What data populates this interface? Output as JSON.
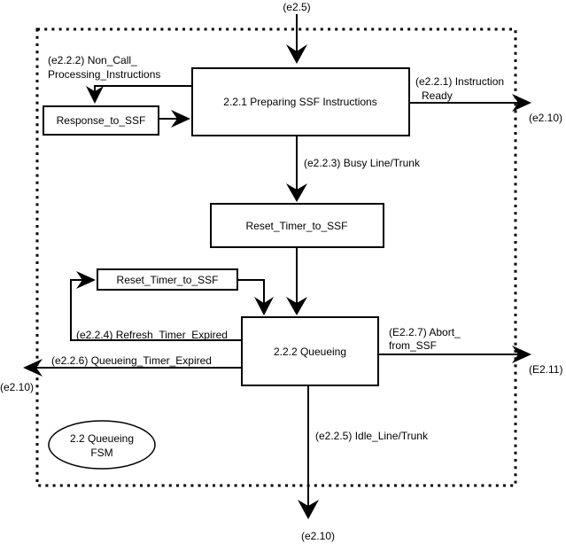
{
  "diagram": {
    "title": "2.2 Queueing FSM",
    "title_lines": [
      "2.2 Queueing",
      "FSM"
    ],
    "colors": {
      "stroke": "#000000",
      "background": "#ffffff"
    },
    "nodes": {
      "preparing": {
        "label": "2.2.1 Preparing SSF Instructions"
      },
      "response": {
        "label": "Response_to_SSF"
      },
      "reset_timer_main": {
        "label": "Reset_Timer_to_SSF"
      },
      "reset_timer_loop": {
        "label": "Reset_Timer_to_SSF"
      },
      "queueing": {
        "label": "2.2.2 Queueing"
      }
    },
    "edges": {
      "entry": {
        "label": "(e2.5)"
      },
      "non_call": {
        "label_lines": [
          "(e2.2.2) Non_Call_",
          "Processing_Instructions"
        ]
      },
      "instruction_ready": {
        "label_lines": [
          "(e2.2.1) Instruction",
          "Ready"
        ],
        "target": "(e2.10)"
      },
      "busy_line": {
        "label": "(e2.2.3) Busy Line/Trunk"
      },
      "refresh_timer": {
        "label": "(e2.2.4) Refresh_Timer_Expired"
      },
      "queueing_timer": {
        "label": "(e2.2.6) Queueing_Timer_Expired",
        "target": "(e2.10)"
      },
      "abort": {
        "label_lines": [
          "(E2.2.7) Abort_",
          "from_SSF"
        ],
        "target": "(E2.11)"
      },
      "idle_line": {
        "label": "(e2.2.5) Idle_Line/Trunk",
        "target": "(e2.10)"
      }
    }
  }
}
